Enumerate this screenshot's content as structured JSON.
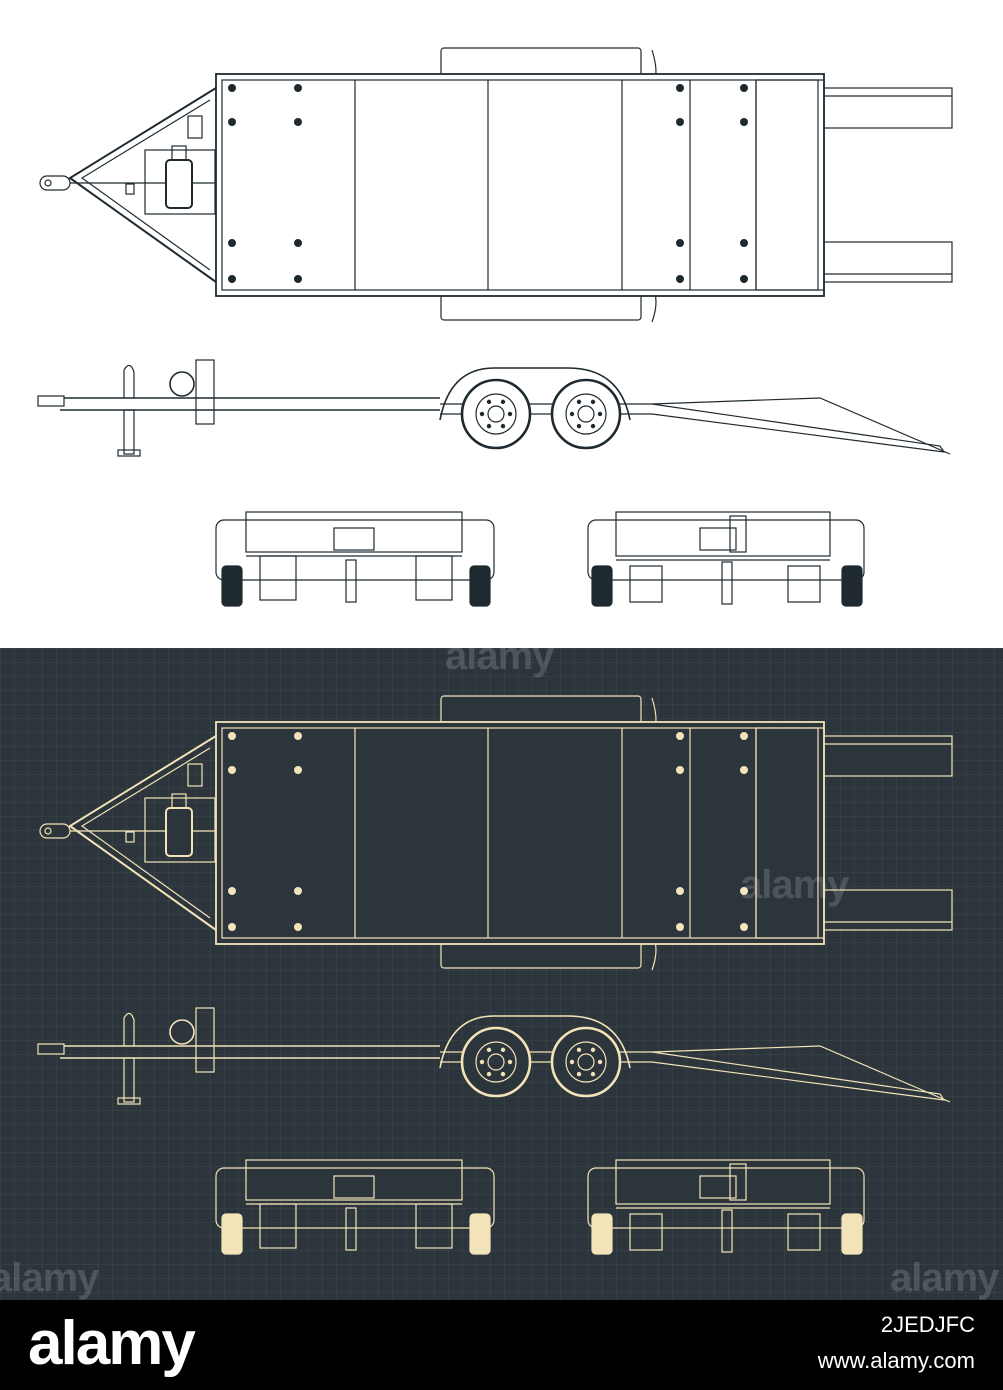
{
  "panels": [
    {
      "name": "light",
      "background": "#ffffff",
      "stroke": "#1f2a30",
      "fill": "#ffffff"
    },
    {
      "name": "dark",
      "background": "#2b353b",
      "stroke": "#f3e3b8",
      "fill": "#2b353b"
    }
  ],
  "views": [
    "top-view",
    "side-view",
    "front-view",
    "rear-view"
  ],
  "watermark": {
    "text": "alamy"
  },
  "footer": {
    "logo": "alamy",
    "image_id": "2JEDJFC",
    "url": "www.alamy.com",
    "background": "#000000"
  }
}
